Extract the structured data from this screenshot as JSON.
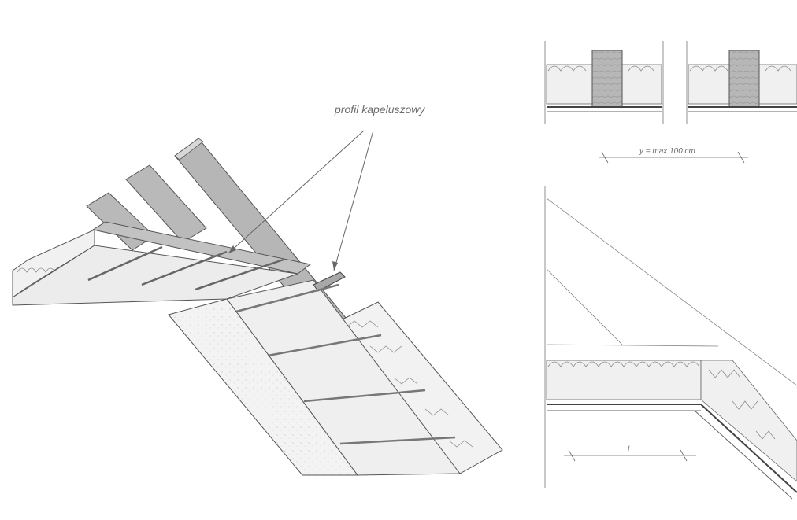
{
  "annotations": {
    "callout": "profil kapeluszowy",
    "spacing": "y = max 100 cm",
    "span_label": "l"
  },
  "colors": {
    "timber": "#b5b5b5",
    "timber_dark": "#8f8f8f",
    "insulation": "#efefef",
    "board": "#f4f4f4",
    "line": "#4a4a4a"
  }
}
